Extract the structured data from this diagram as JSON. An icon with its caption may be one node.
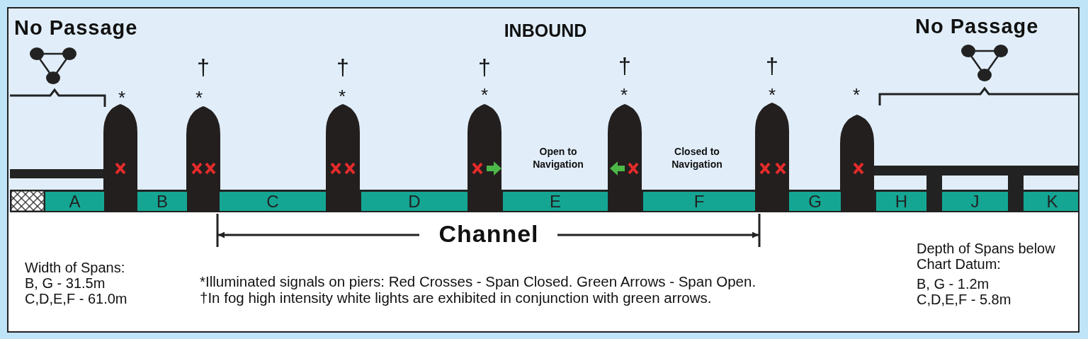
{
  "diagram": {
    "title": "INBOUND",
    "nodes": [
      {
        "text": [
          "A"
        ]
      },
      {
        "text": [
          "B"
        ]
      },
      {
        "text": [
          "C"
        ]
      },
      {
        "text": [
          "D"
        ]
      },
      {
        "text": [
          "E"
        ]
      },
      {
        "text": [
          "F"
        ]
      },
      {
        "text": [
          "G"
        ]
      },
      {
        "text": [
          "H"
        ]
      },
      {
        "text": [
          "J"
        ]
      },
      {
        "text": [
          "K"
        ]
      }
    ],
    "edges": [],
    "labels": [
      "No Passage",
      "No Passage",
      "†",
      "†",
      "†",
      "†",
      "†",
      "*",
      "*",
      "*",
      "*",
      "*",
      "*",
      "*",
      "Open to Navigation",
      "Closed to Navigation",
      "Channel",
      "Width of Spans:",
      "B, G - 31.5m",
      "C,D,E,F - 61.0m",
      "*Illuminated signals on piers: Red Crosses - Span Closed. Green Arrows - Span Open.",
      "†In fog high intensity white lights are exhibited in conjunction with green arrows.",
      "Depth of Spans below Chart Datum:",
      "B, G - 1.2m",
      "C,D,E,F - 5.8m"
    ]
  }
}
